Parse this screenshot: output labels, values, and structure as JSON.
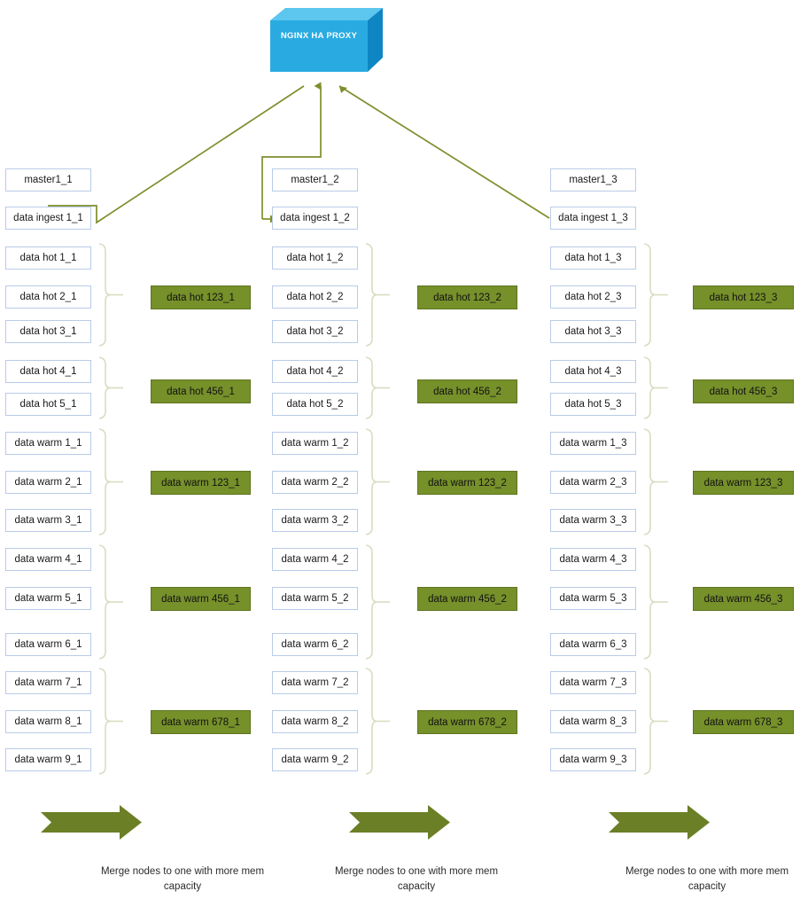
{
  "diagram": {
    "title": "Elasticsearch cluster node merge architecture",
    "colors": {
      "cube_front": "#29ABE2",
      "cube_top": "#5CC6EE",
      "cube_side": "#0E86C4",
      "node_border": "#b9cbe8",
      "node_fill": "#ffffff",
      "merged_fill": "#76902a",
      "merged_border": "#5f7521",
      "connector": "#7c8f2c",
      "brace": "#d9dcc0",
      "arrow": "#6b7f26"
    }
  },
  "proxy": {
    "label": "NGINX HA PROXY",
    "icon": "cube-3d-icon"
  },
  "columns": [
    {
      "id": "col1",
      "master": "master1_1",
      "ingest": "data ingest 1_1",
      "nodes": [
        "data hot 1_1",
        "data hot 2_1",
        "data hot 3_1",
        "data hot 4_1",
        "data hot 5_1",
        "data warm 1_1",
        "data warm 2_1",
        "data warm 3_1",
        "data warm 4_1",
        "data warm 5_1",
        "data warm 6_1",
        "data warm 7_1",
        "data warm 8_1",
        "data warm 9_1"
      ],
      "merged": [
        "data hot 123_1",
        "data hot 456_1",
        "data warm 123_1",
        "data warm 456_1",
        "data warm 678_1"
      ],
      "caption": "Merge nodes to one with more mem capacity"
    },
    {
      "id": "col2",
      "master": "master1_2",
      "ingest": "data ingest 1_2",
      "nodes": [
        "data hot 1_2",
        "data hot 2_2",
        "data hot 3_2",
        "data hot 4_2",
        "data hot 5_2",
        "data warm 1_2",
        "data warm 2_2",
        "data warm 3_2",
        "data warm 4_2",
        "data warm 5_2",
        "data warm 6_2",
        "data warm 7_2",
        "data warm 8_2",
        "data warm 9_2"
      ],
      "merged": [
        "data hot 123_2",
        "data hot 456_2",
        "data warm 123_2",
        "data warm 456_2",
        "data warm 678_2"
      ],
      "caption": "Merge nodes to one with more mem capacity"
    },
    {
      "id": "col3",
      "master": "master1_3",
      "ingest": "data ingest 1_3",
      "nodes": [
        "data hot 1_3",
        "data hot 2_3",
        "data hot 3_3",
        "data hot 4_3",
        "data hot 5_3",
        "data warm 1_3",
        "data warm 2_3",
        "data warm 3_3",
        "data warm 4_3",
        "data warm 5_3",
        "data warm 6_3",
        "data warm 7_3",
        "data warm 8_3",
        "data warm 9_3"
      ],
      "merged": [
        "data hot 123_3",
        "data hot 456_3",
        "data warm 123_3",
        "data warm 456_3",
        "data warm 678_3"
      ],
      "caption": "Merge nodes to one with more mem capacity"
    }
  ]
}
